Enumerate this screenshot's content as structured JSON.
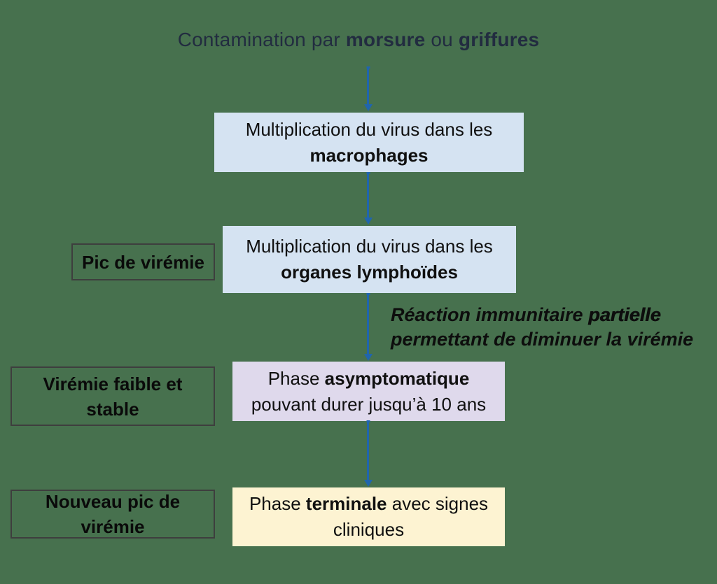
{
  "colors": {
    "background": "#47714E",
    "box_blue": "#D5E3F2",
    "box_purple": "#DFD9EC",
    "box_yellow": "#FDF3D2",
    "arrow_blue": "#2065AE",
    "title_navy": "#222C40",
    "side_label_border": "#3E3E3E",
    "text_black": "#101010"
  },
  "title": {
    "part_regular_1": "Contamination par ",
    "part_bold_1": "morsure",
    "part_regular_2": " ou ",
    "part_bold_2": "griffures"
  },
  "boxes": {
    "macrophages": {
      "line1": "Multiplication du virus dans les",
      "line2_bold": "macrophages"
    },
    "organes_lymphoides": {
      "line1": "Multiplication du virus dans les",
      "line2_bold": "organes lymphoïdes"
    },
    "asymptomatique": {
      "line1_regular": "Phase ",
      "line1_bold": "asymptomatique",
      "line2": "pouvant durer jusqu’à 10 ans"
    },
    "terminale": {
      "line1_regular": "Phase ",
      "line1_bold": "terminale",
      "line1_suffix": " avec signes",
      "line2": "cliniques"
    }
  },
  "side_labels": {
    "pic_de_viremie": {
      "text": "Pic de virémie"
    },
    "viremie_faible_et_stable": {
      "line1": "Virémie faible et",
      "line2": "stable"
    },
    "nouveau_pic_de_viremie": {
      "line1": "Nouveau pic de",
      "line2": "virémie"
    }
  },
  "annotation": {
    "line1_italic": "Réaction immunitaire ",
    "line1_bold_italic": "partielle",
    "line2_italic": "permettant de diminuer la virémie"
  }
}
